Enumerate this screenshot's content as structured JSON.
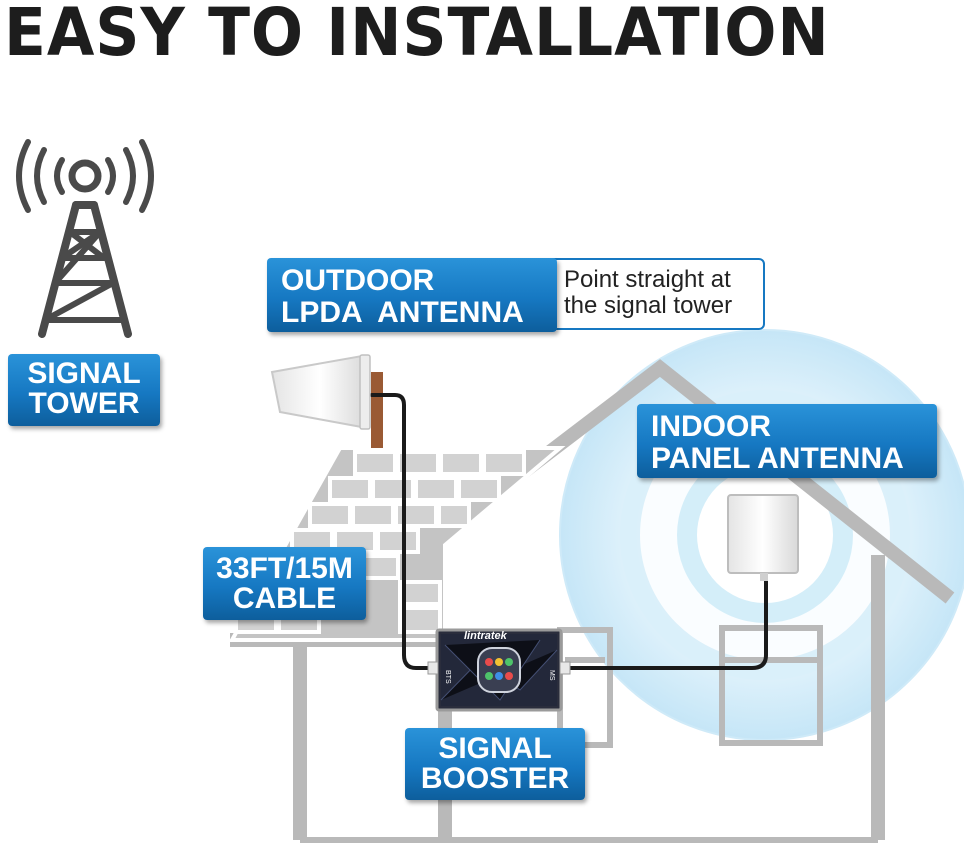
{
  "title": "EASY TO INSTALLATION",
  "labels": {
    "signal_tower": [
      "SIGNAL",
      "TOWER"
    ],
    "outdoor_antenna": [
      "OUTDOOR",
      "LPDA  ANTENNA"
    ],
    "outdoor_note": [
      "Point straight at",
      "the signal tower"
    ],
    "indoor_antenna": [
      "INDOOR",
      "PANEL ANTENNA"
    ],
    "cable": [
      "33FT/15M",
      "CABLE"
    ],
    "booster": [
      "SIGNAL",
      "BOOSTER"
    ]
  },
  "booster_device": {
    "brand": "lintratek",
    "port_left": "BTS",
    "port_right": "MS"
  },
  "colors": {
    "label_blue": "#1678c2",
    "house_outline": "#b9b9b9",
    "roof_tiles": "#c8c8c8",
    "signal_wave": "#bfe3f6",
    "cable": "#1a1a1a",
    "mast": "#9a5a34"
  }
}
